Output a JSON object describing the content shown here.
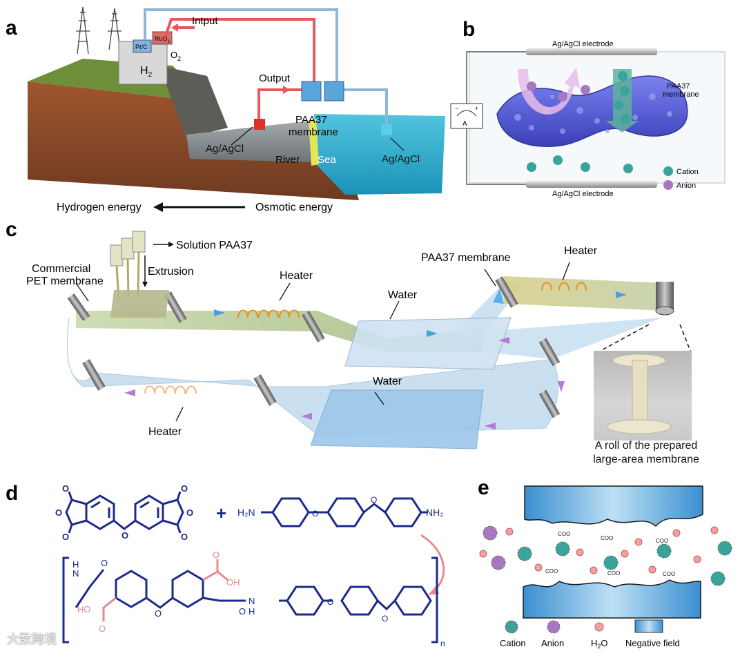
{
  "panels": {
    "a": {
      "label": "a",
      "input": "Intput",
      "output": "Output",
      "pt_c": "Pt/C",
      "ruo2": "RuO",
      "ruo2_sub": "2",
      "o2": "O",
      "o2_sub": "2",
      "h2": "H",
      "h2_sub": "2",
      "paa37_1": "PAA37",
      "paa37_2": "membrane",
      "agagcl_left": "Ag/AgCl",
      "agagcl_right": "Ag/AgCl",
      "river": "River",
      "sea": "Sea",
      "hydrogen_energy": "Hydrogen energy",
      "osmotic_energy": "Osmotic energy"
    },
    "b": {
      "label": "b",
      "electrode_top": "Ag/AgCl electrode",
      "electrode_bottom": "Ag/AgCl electrode",
      "membrane_1": "PAA37",
      "membrane_2": "membrane",
      "ammeter": "A",
      "legend_cation": "Cation",
      "legend_anion": "Anion"
    },
    "c": {
      "label": "c",
      "solution": "Solution PAA37",
      "extrusion": "Extrusion",
      "commercial_1": "Commercial",
      "commercial_2": "PET membrane",
      "heater_1": "Heater",
      "heater_2": "Heater",
      "heater_3": "Heater",
      "water_1": "Water",
      "water_2": "Water",
      "paa37_membrane": "PAA37 membrane",
      "roll_caption_1": "A roll of the prepared",
      "roll_caption_2": "large-area membrane"
    },
    "d": {
      "label": "d",
      "h2n": "H₂N",
      "nh2": "NH₂",
      "plus": "+",
      "n": "n",
      "nh_left_n": "N",
      "nh_left_h": "H",
      "ho": "HO",
      "o_label": "O",
      "oh": "OH",
      "nh_right_n": "N",
      "nh_right_h": "H"
    },
    "e": {
      "label": "e",
      "coo": "COO",
      "legend_cation": "Cation",
      "legend_anion": "Anion",
      "legend_h2o": "H",
      "legend_h2o_sub": "2",
      "legend_h2o_o": "O",
      "legend_field": "Negative field"
    }
  },
  "watermark": "大数跨境",
  "colors": {
    "pipe_red": "#e8585a",
    "pipe_blue": "#8fb6d8",
    "soil": "#8a4b2a",
    "grass": "#6e8f3a",
    "river_gray": "#8b9196",
    "sea_teal": "#2aa7c9",
    "membrane_purple": "#5a63d8",
    "cation_teal": "#3aa39a",
    "anion_purple": "#a678c2",
    "navy": "#1c2a8c",
    "pink": "#e88a8a",
    "film_blue": "#a8cde8",
    "film_green": "#b9c99a",
    "heater_orange": "#e8901a",
    "field_blue": "#3a8fd0"
  }
}
